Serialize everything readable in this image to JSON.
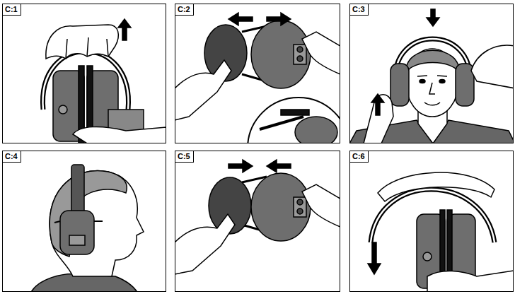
{
  "diagram": {
    "nodes": [
      {
        "text": [
          "C:1"
        ]
      },
      {
        "text": [
          "C:2"
        ]
      },
      {
        "text": [
          "C:3"
        ]
      },
      {
        "text": [
          "C:4"
        ]
      },
      {
        "text": [
          "C:5"
        ]
      },
      {
        "text": [
          "C:6"
        ]
      }
    ]
  }
}
